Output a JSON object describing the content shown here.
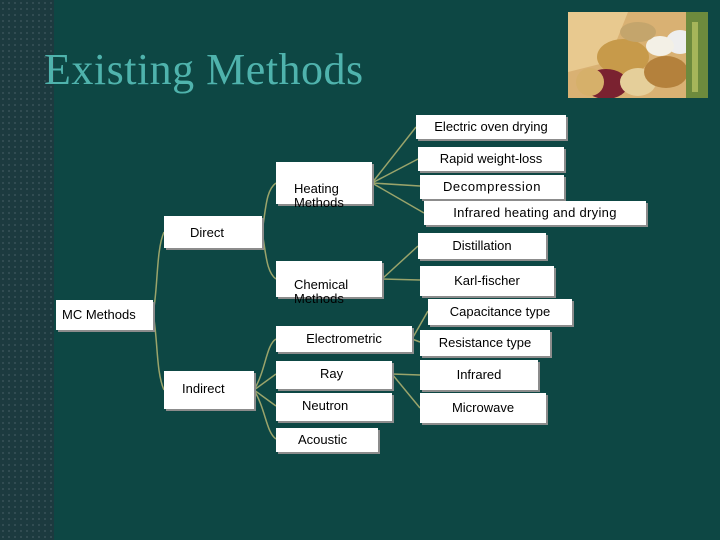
{
  "slide": {
    "title": "Existing Methods",
    "colors": {
      "background": "#0d4744",
      "title": "#4fb3ad",
      "connector": "#9aa46b",
      "box": "#ffffff"
    },
    "photo": {
      "icon": "food-samples-photo"
    }
  },
  "tree": {
    "root": "MC Methods",
    "branches": {
      "direct": "Direct",
      "indirect": "Indirect"
    },
    "subgroups": {
      "heating": "Heating\nMethods",
      "chemical": "Chemical\nMethods"
    },
    "heating_methods": [
      "Electric oven drying",
      "Rapid weight-loss",
      "Decompression",
      "Infrared heating and drying"
    ],
    "chemical_methods": [
      "Distillation",
      "Karl-fischer"
    ],
    "indirect_methods": [
      "Electrometric",
      "Ray",
      "Neutron",
      "Acoustic"
    ],
    "electrometric_methods": [
      "Capacitance type",
      "Resistance type"
    ],
    "ray_methods": [
      "Infrared",
      "Microwave"
    ]
  }
}
